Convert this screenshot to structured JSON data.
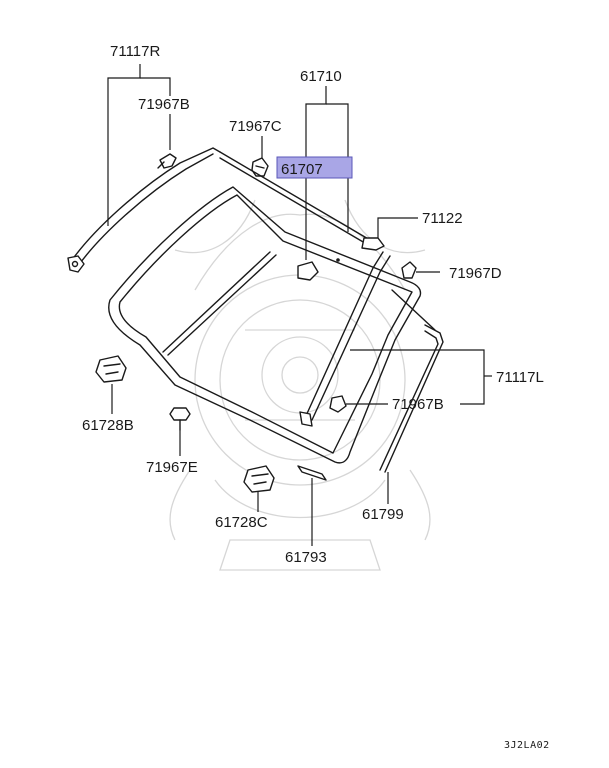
{
  "colors": {
    "highlight_fill": "#a9a6e6",
    "highlight_stroke": "#5a57b8",
    "line": "#1a1a1a",
    "watermark": "#d6d6d6"
  },
  "labels": {
    "p71117R": "71117R",
    "p71967B_top": "71967B",
    "p71967C": "71967C",
    "p61710": "61710",
    "p61707": "61707",
    "p71122": "71122",
    "p71967D": "71967D",
    "p71117L": "71117L",
    "p71967B_mid": "71967B",
    "p61728B": "61728B",
    "p71967E": "71967E",
    "p61728C": "61728C",
    "p61793": "61793",
    "p61799": "61799"
  },
  "diagram_code": "3J2LA02"
}
